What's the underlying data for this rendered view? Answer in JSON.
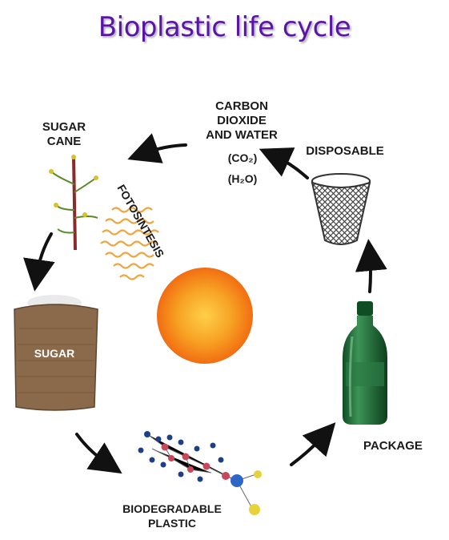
{
  "title": "Bioplastic life cycle",
  "labels": {
    "sugar_cane": [
      "SUGAR",
      "CANE"
    ],
    "co2_water": [
      "CARBON",
      "DIOXIDE",
      "AND WATER"
    ],
    "co2_formula": "(CO₂)",
    "h2o_formula": "(H₂O)",
    "disposable": "DISPOSABLE",
    "fotosintesis": "FOTOSINTESIS",
    "sugar": "SUGAR",
    "package": "PACKAGE",
    "biodegradable_plastic": [
      "BIODEGRADABLE",
      "PLASTIC"
    ]
  },
  "colors": {
    "title": "#5b14a8",
    "sun_center": "#f7a324",
    "sun_edge": "#f26d12",
    "bottle": "#1d6b35",
    "sack": "#8a6a4a",
    "arrow": "#111111"
  }
}
